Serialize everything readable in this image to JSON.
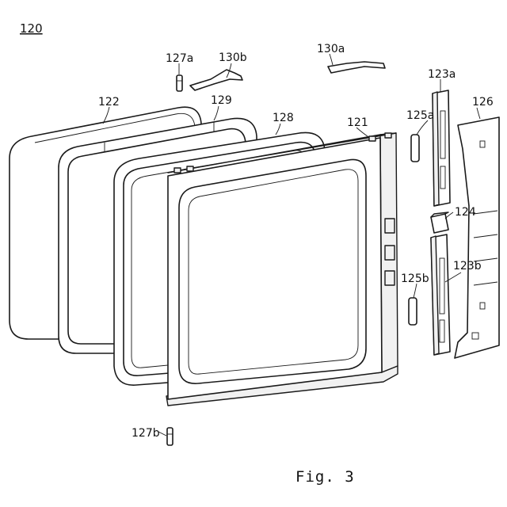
{
  "figure": {
    "caption": "Fig. 3",
    "assembly_ref": "120"
  },
  "parts": [
    {
      "ref": "122"
    },
    {
      "ref": "129"
    },
    {
      "ref": "128"
    },
    {
      "ref": "121"
    },
    {
      "ref": "127a"
    },
    {
      "ref": "127b"
    },
    {
      "ref": "130a"
    },
    {
      "ref": "130b"
    },
    {
      "ref": "123a"
    },
    {
      "ref": "123b"
    },
    {
      "ref": "124"
    },
    {
      "ref": "125a"
    },
    {
      "ref": "125b"
    },
    {
      "ref": "126"
    }
  ]
}
